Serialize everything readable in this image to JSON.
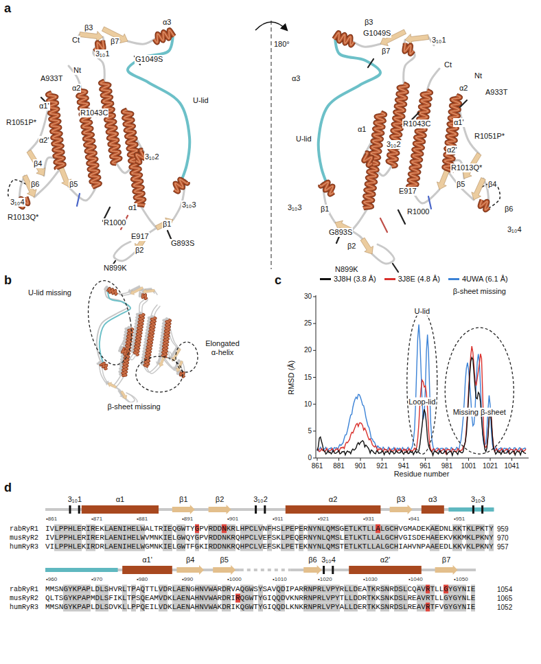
{
  "diagram": {
    "labels": [
      "a",
      "180°",
      "Ct",
      "β3",
      "β7",
      "α3",
      "3₁₀1",
      "G1049S",
      "A933T",
      "Nt",
      "U-lid",
      "α2",
      "α1'",
      "R1043C",
      "R1051P*",
      "α2'",
      "3₁₀2",
      "β4",
      "β5",
      "β6",
      "3₁₀4",
      "α1",
      "3₁₀3",
      "R1013Q*",
      "R1000",
      "β1",
      "E917",
      "G893S",
      "β2",
      "N899K",
      "β3",
      "G1049S",
      "3₁₀1",
      "β7",
      "α3",
      "Ct",
      "Nt",
      "α2",
      "A933T",
      "α1",
      "R1043C",
      "α1'",
      "R1051P*",
      "U-lid",
      "3₁₀2",
      "α2'",
      "R1013Q*",
      "β5",
      "β4",
      "E917",
      "3₁₀3",
      "β1",
      "R1000",
      "β6",
      "3₁₀4",
      "G893S",
      "β2",
      "N899K",
      "b",
      "U-lid missing",
      "Elongated α-helix",
      "β-sheet missing",
      "c",
      "RMSD (Å)",
      "Residue number",
      "0",
      "5",
      "10",
      "15",
      "20",
      "25",
      "30",
      "861",
      "881",
      "901",
      "921",
      "941",
      "961",
      "981",
      "1001",
      "1021",
      "1041",
      "U-lid",
      "Loop-lid",
      "β-sheet missing",
      "Missing β-sheet",
      "d",
      "3₁₀1",
      "α1",
      "β1",
      "β2",
      "3₁₀2",
      "α2",
      "β3",
      "α3",
      "3₁₀3",
      "•861",
      "•871",
      "•881",
      "•891",
      "•901",
      "•911",
      "•921",
      "•931",
      "•941",
      "•951",
      "rabRyR1",
      "IVLPPHLERIREKLAENIHELWALTRIEQGWTYGPVRDDNKRLHPCLVNFHSLPEPERNYNLQMSGETLKTLLALGCHVGMADEKAEDNLKKTKLPKTY",
      "959",
      "musRyR2",
      "IVLPPHLERIRERLAENIHELWVMNKIELGWQYGPVRDDNKRQHPCLVEFSKLPEQERNYNLQMSLETLKTLLALGCHVGISDEHAEEKVKKMKLPKNY",
      "970",
      "humRyR3",
      "VILPPHLEKIRDRLAENIHELWGMNKIELGWTFGKIRDDNKRQHPCLVEFSKLPETEKNYNLQMSTETLKTLLALGCHIAHVNPAAEEDLKKVKLPKNY",
      "957",
      "α1'",
      "β4",
      "β5",
      "β6",
      "3₁₀4",
      "α2'",
      "β7",
      "•960",
      "•970",
      "•980",
      "•990",
      "•1000",
      "•1010",
      "•1020",
      "•1030",
      "•1040",
      "•1050",
      "rabRyR1",
      "MMSNGYKPAPLDLSHVRLTPAQTTLVDRLAENGHNVWARDRVAQGWSYSAVQDIPARRNPRLVPYRLLDEATKRSNRDSLCQAVRTLLGYGYNIE",
      "1054",
      "musRyR2",
      "QLTSGYKPAPMDLSFIKLTPSQEAMVDKLAENAHNVWARDRIRQGWTYGIQQDVKNRRNPRLVPYTLLDDRTKKSNKDSLREAVRTLLGYGYNLE",
      "1065",
      "humRyR3",
      "MMSNGYKPAPLDLSDVKLLPPQEILVDKLAENAHNVWAKDRIKQGWTYGIQQDLKNKRNPRLVPYALLDERTKKSNRDSLREAVRTFVGYGYNIE",
      "1052"
    ],
    "legend": [
      {
        "text": "3J8H (3.8 Å)",
        "color": "#111111"
      },
      {
        "text": "3J8E (4.8 Å)",
        "color": "#d9302c"
      },
      {
        "text": "4UWA (6.1 Å)",
        "color": "#3b82d6"
      }
    ]
  }
}
